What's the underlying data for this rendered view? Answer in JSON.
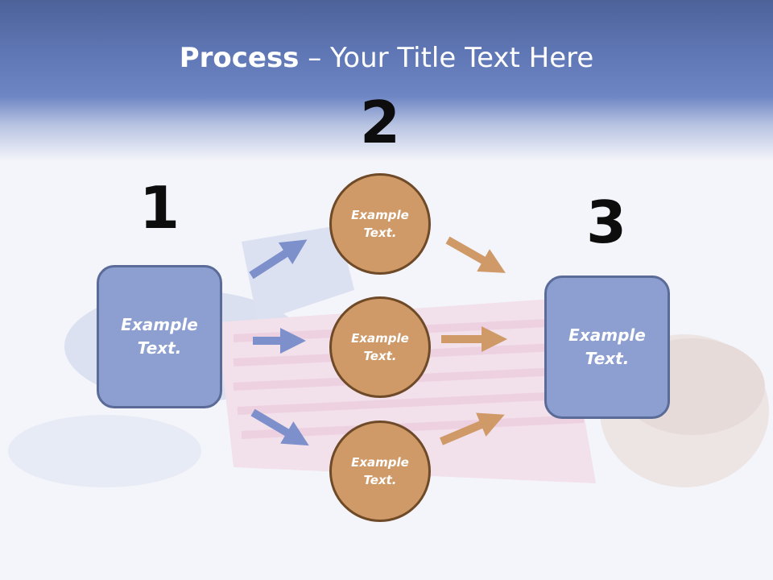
{
  "title": {
    "strong": "Process",
    "rest": " – Your Title Text Here"
  },
  "numbers": [
    "1",
    "2",
    "3"
  ],
  "box_left_text": "Example\nText.",
  "box_right_text": "Example\nText.",
  "circles": [
    "Example\nText.",
    "Example\nText.",
    "Example\nText."
  ],
  "colors": {
    "box_fill": "#8d9fd0",
    "circle_fill": "#cf9a68",
    "arrow_blue": "#7d90cb",
    "arrow_orange": "#cf9a68"
  }
}
